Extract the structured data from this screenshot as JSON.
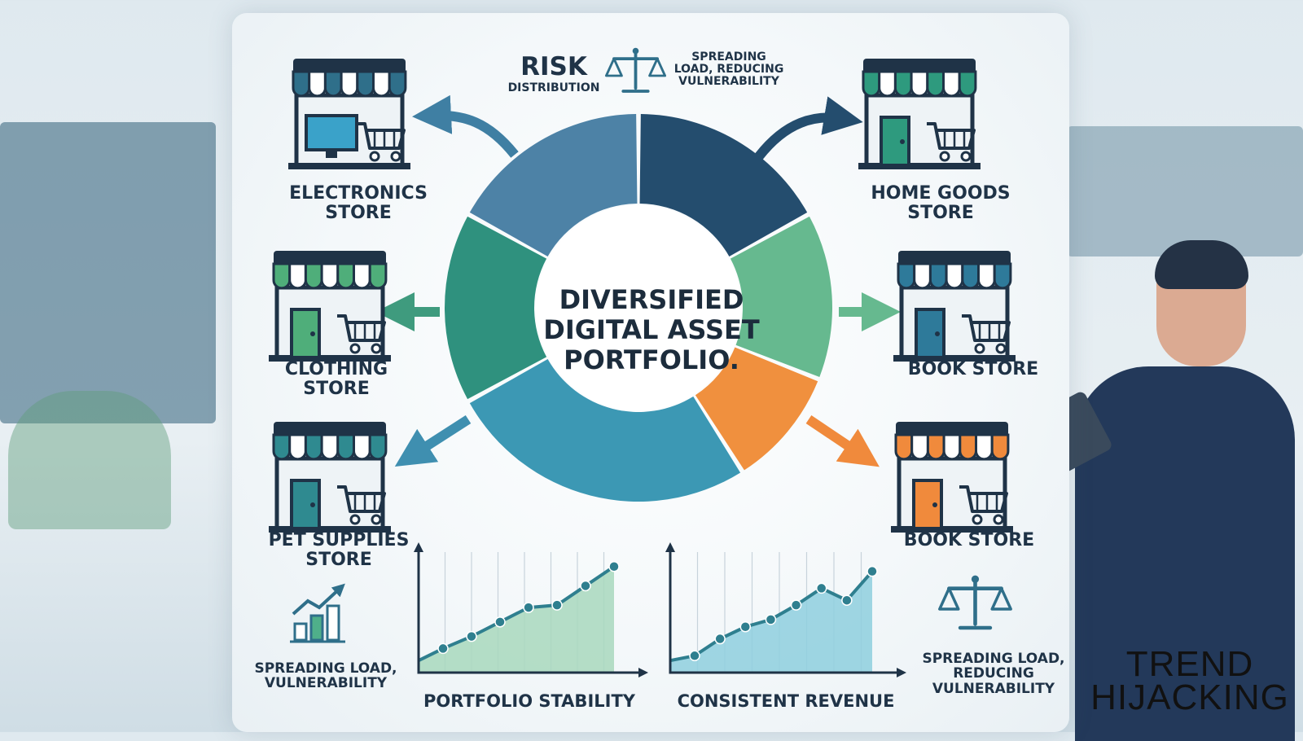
{
  "header": {
    "risk_title": "RISK",
    "risk_subtitle": "DISTRIBUTION",
    "risk_note": "SPREADING\nLOAD, REDUCING\nVULNERABILITY"
  },
  "center": {
    "title": "DIVERSIFIED\nDIGITAL ASSET\nPORTFOLIO."
  },
  "stores": [
    {
      "label": "ELECTRONICS\nSTORE",
      "accent": "#2f6f8a",
      "icon": "storefront-monitor-icon"
    },
    {
      "label": "HOME GOODS\nSTORE",
      "accent": "#2e9a7e",
      "icon": "storefront-door-icon"
    },
    {
      "label": "CLOTHING\nSTORE",
      "accent": "#4fae7a",
      "icon": "storefront-door-icon"
    },
    {
      "label": "BOOK STORE",
      "accent": "#2e7a9a",
      "icon": "storefront-door-icon"
    },
    {
      "label": "PET SUPPLIES\nSTORE",
      "accent": "#2f8a90",
      "icon": "storefront-door-icon"
    },
    {
      "label": "BOOK STORE",
      "accent": "#f08a3c",
      "icon": "storefront-door-icon"
    }
  ],
  "donut_segments": [
    {
      "name": "blue",
      "color": "#4d82a6",
      "share": 0.17
    },
    {
      "name": "navy",
      "color": "#244d6e",
      "share": 0.17
    },
    {
      "name": "green",
      "color": "#66b98f",
      "share": 0.14
    },
    {
      "name": "orange",
      "color": "#f0903e",
      "share": 0.1
    },
    {
      "name": "teal",
      "color": "#3c98b4",
      "share": 0.26
    },
    {
      "name": "dark-green",
      "color": "#2f917e",
      "share": 0.16
    }
  ],
  "bottom_left_note": "SPREADING LOAD,\nVULNERABILITY",
  "bottom_right_note": "SPREADING LOAD,\nREDUCING\nVULNERABILITY",
  "charts": [
    {
      "title": "PORTFOLIO STABILITY",
      "values": [
        0.1,
        0.15,
        0.21,
        0.27,
        0.28,
        0.36,
        0.44
      ],
      "color": "#2f7f8f",
      "fill": "#a8d8bd"
    },
    {
      "title": "CONSISTENT REVENUE",
      "values": [
        0.07,
        0.14,
        0.19,
        0.22,
        0.28,
        0.35,
        0.3,
        0.42
      ],
      "color": "#2f7f8f",
      "fill": "#8ecfde"
    }
  ],
  "brand": {
    "line1": "TREND",
    "line2": "HIJACKING"
  }
}
